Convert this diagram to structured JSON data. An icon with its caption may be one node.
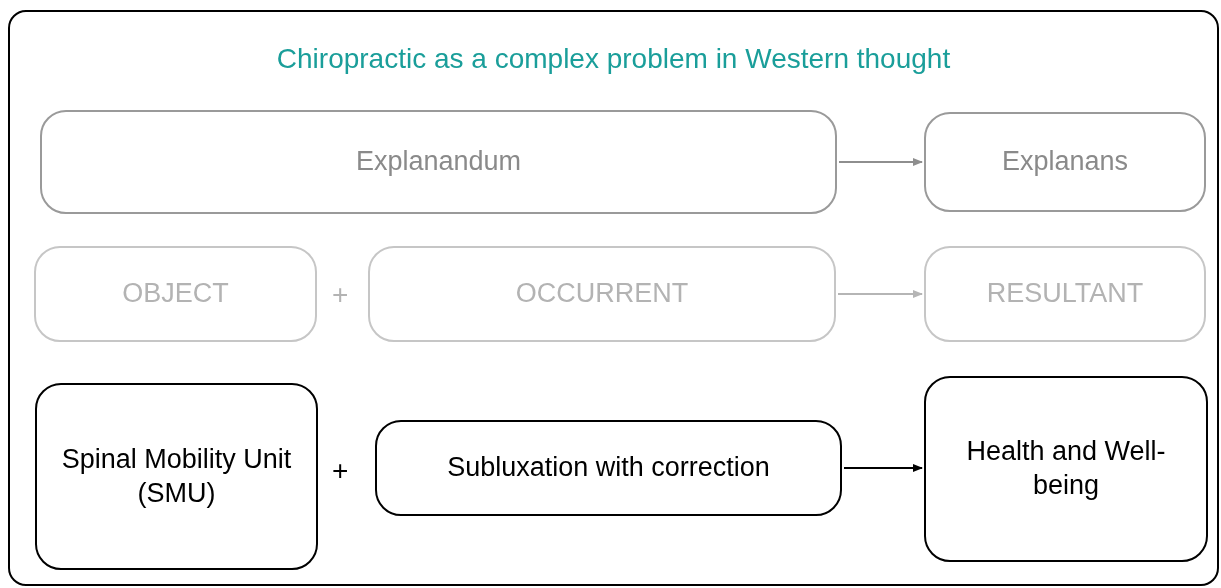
{
  "diagram": {
    "nodes": [
      {
        "text": [
          "Chiropractic as a complex problem in Western thought"
        ]
      },
      {
        "text": [
          "Explanandum"
        ],
        "in": 0
      },
      {
        "text": [
          "Explanans"
        ],
        "in": 0
      },
      {
        "text": [
          "OBJECT"
        ],
        "in": 0
      },
      {
        "text": [
          "OCCURRENT"
        ],
        "in": 0
      },
      {
        "text": [
          "RESULTANT"
        ],
        "in": 0
      },
      {
        "text": [
          "Spinal Mobility Unit (SMU)"
        ],
        "in": 0
      },
      {
        "text": [
          "Subluxation with correction"
        ],
        "in": 0
      },
      {
        "text": [
          "Health and Well-being"
        ],
        "in": 0
      }
    ],
    "edges": [
      {
        "from": 1,
        "to": 2,
        "arrow": "to",
        "color": "#8e8e8e"
      },
      {
        "from": 4,
        "to": 5,
        "arrow": "to",
        "color": "#b5b5b5"
      },
      {
        "from": 7,
        "to": 8,
        "arrow": "to",
        "color": "#000000"
      }
    ],
    "labels": [
      "+",
      "+"
    ]
  }
}
